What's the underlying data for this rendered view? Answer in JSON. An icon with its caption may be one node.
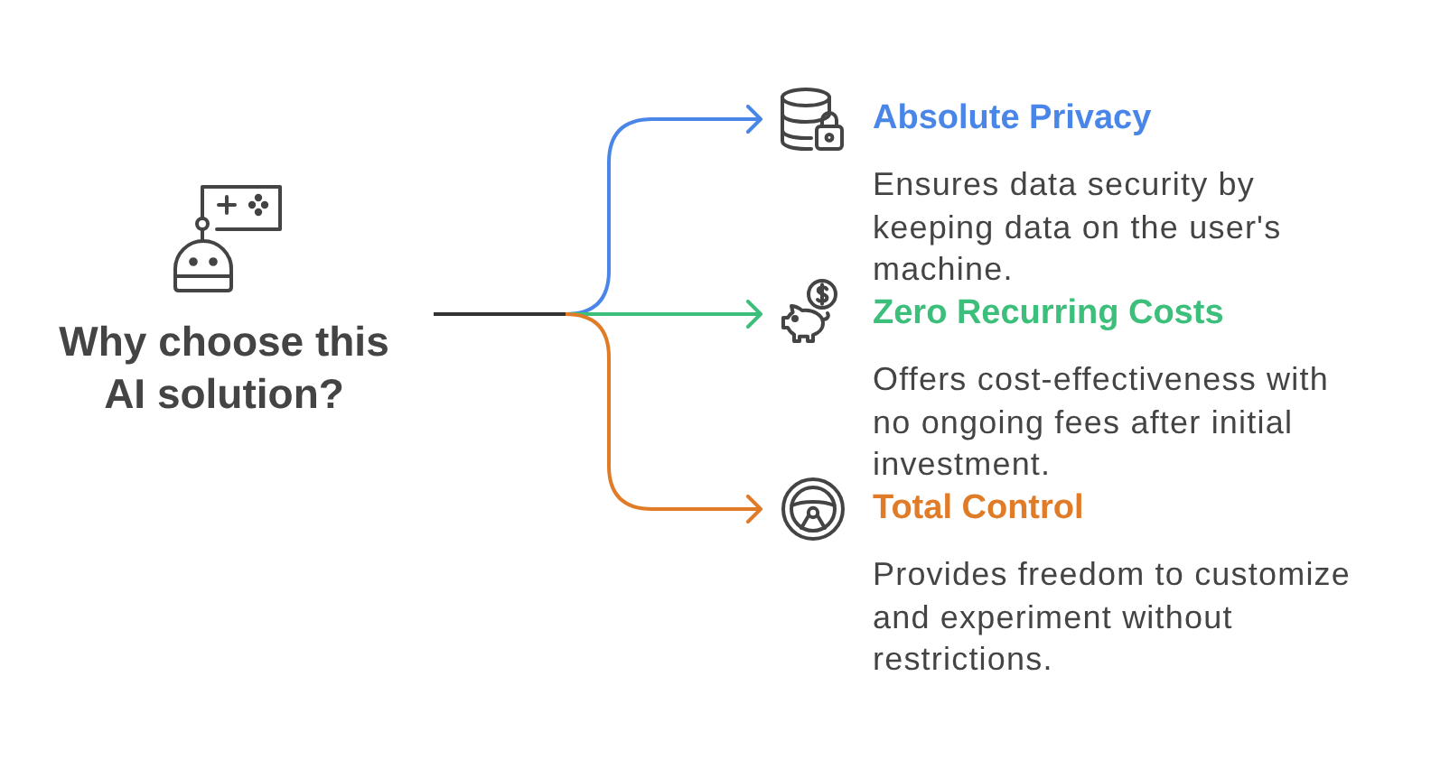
{
  "diagram": {
    "nodes": [
      {
        "text": [
          "Why choose this AI solution?"
        ]
      },
      {
        "text": [
          "Absolute Privacy",
          "Ensures data security by keeping data on the user's machine."
        ]
      },
      {
        "text": [
          "Zero Recurring Costs",
          "Offers cost-effectiveness with no ongoing fees after initial investment."
        ]
      },
      {
        "text": [
          "Total Control",
          "Provides freedom to customize and experiment without restrictions."
        ]
      }
    ],
    "edges": [
      {
        "from": 0,
        "to": 1,
        "arrow": "to",
        "color": "#4a86e8"
      },
      {
        "from": 0,
        "to": 2,
        "arrow": "to",
        "color": "#3dbf7c"
      },
      {
        "from": 0,
        "to": 3,
        "arrow": "to",
        "color": "#e07b28"
      }
    ]
  }
}
